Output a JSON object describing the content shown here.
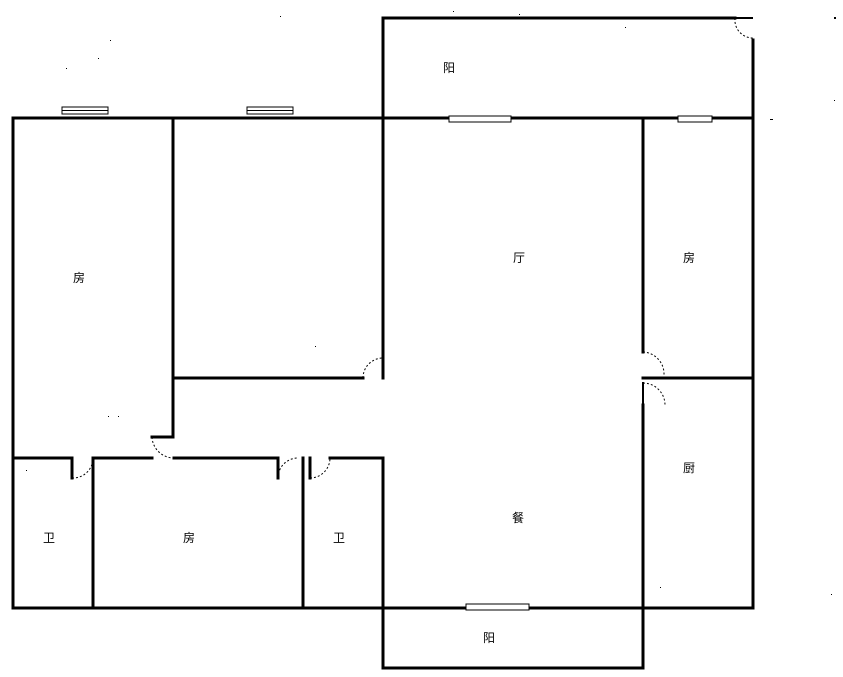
{
  "rooms": {
    "balcony_north": "阳",
    "living_room": "厅",
    "bedroom_east": "房",
    "bedroom_west": "房",
    "kitchen": "厨",
    "dining_room": "餐",
    "bathroom_west": "卫",
    "bedroom_south": "房",
    "bathroom_middle": "卫",
    "balcony_south": "阳"
  },
  "colors": {
    "wall": "#000000",
    "background": "#ffffff"
  }
}
